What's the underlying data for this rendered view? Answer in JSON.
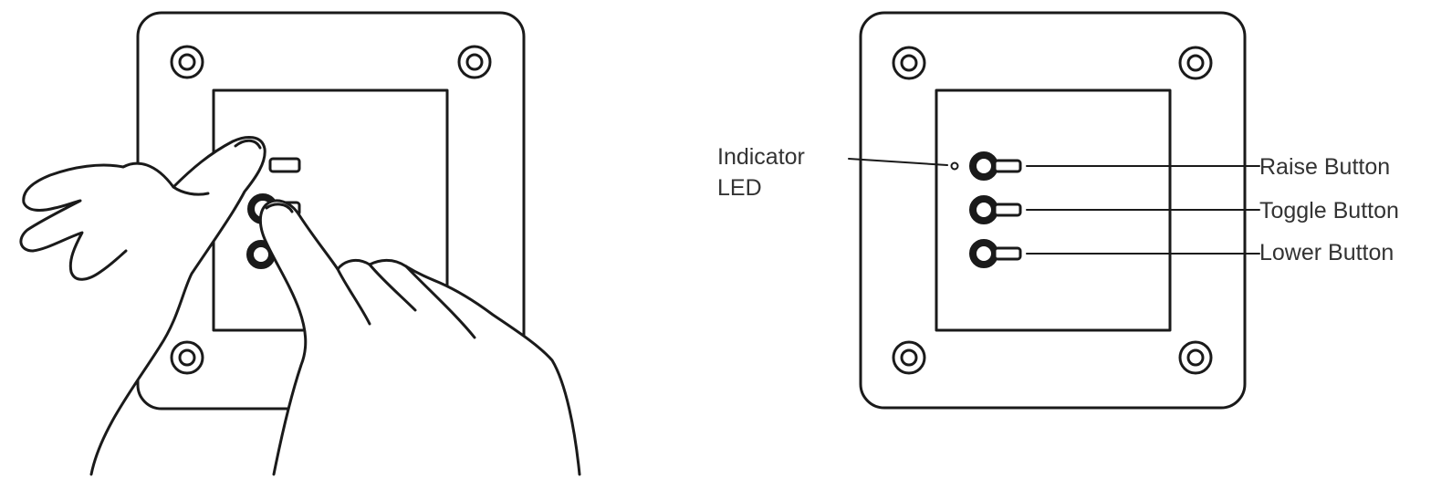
{
  "labels": {
    "indicator_line1": "Indicator",
    "indicator_line2": "LED",
    "raise": "Raise Button",
    "toggle": "Toggle Button",
    "lower": "Lower Button"
  },
  "colors": {
    "stroke": "#1a1a1a",
    "text": "#333333",
    "background": "#ffffff"
  }
}
